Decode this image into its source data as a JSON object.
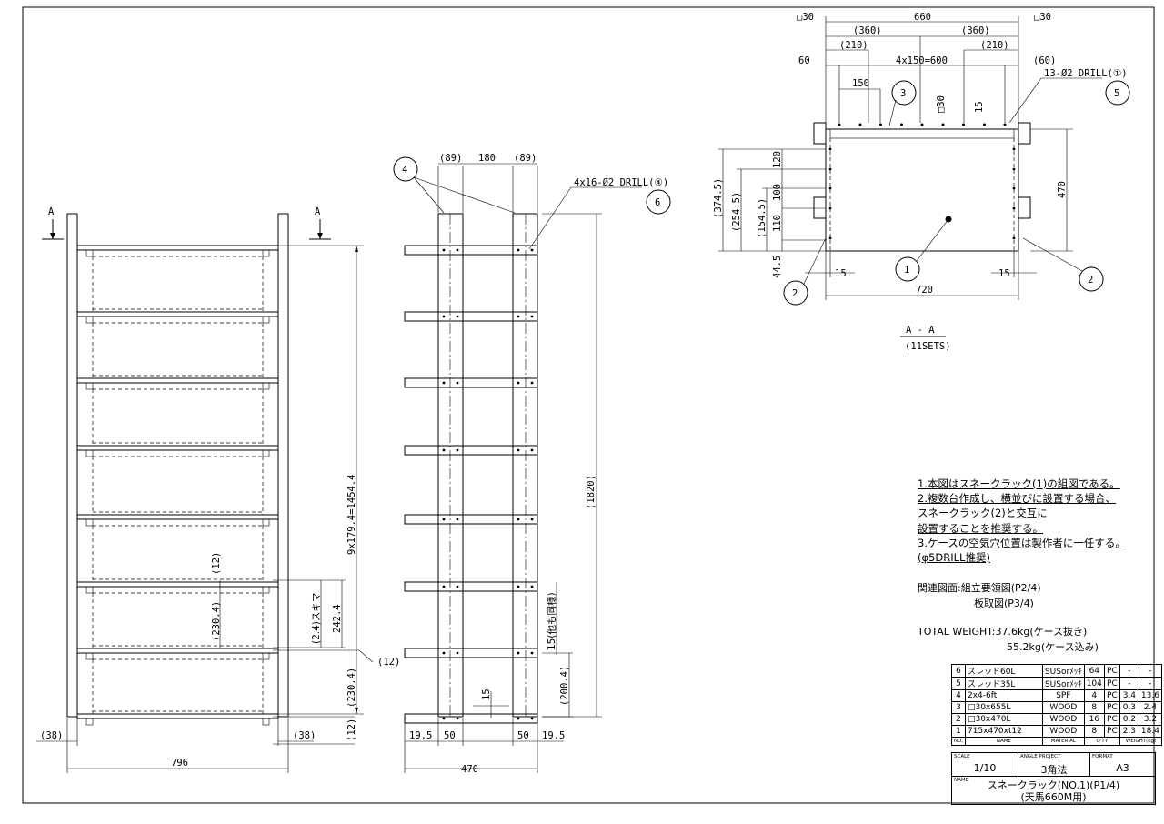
{
  "views": {
    "section_marker": "A",
    "section_title": "A - A",
    "section_sets": "(11SETS)"
  },
  "front_view": {
    "overall_height": "9x179.4=1454.4",
    "gap_12_top": "(12)",
    "gap_label": "(2.4)スキマ",
    "span_230_4": "(230.4)",
    "span_242_4": "242.4",
    "leader_12": "(12)",
    "bottom_230_4": "(230.4)",
    "bottom_12": "(12)",
    "left_38": "(38)",
    "right_38": "(38)",
    "width_796": "796"
  },
  "side_view": {
    "top_89_left": "(89)",
    "top_180": "180",
    "top_89_right": "(89)",
    "drill_note": "4x16-Ø2 DRILL(④)",
    "height_1820": "(1820)",
    "typ_15": "15(他も同様)",
    "dim_200_4": "(200.4)",
    "dim_15": "15",
    "b_19_5_l": "19.5",
    "b_50_l": "50",
    "b_50_r": "50",
    "b_19_5_r": "19.5",
    "width_470": "470"
  },
  "section_view": {
    "sq30_left": "□30",
    "top_660": "660",
    "sq30_right": "□30",
    "d360_l": "(360)",
    "d360_r": "(360)",
    "d210_l": "(210)",
    "d210_r": "(210)",
    "d60_l": "60",
    "pitch": "4x150=600",
    "d60_r": "(60)",
    "drill13": "13-Ø2 DRILL(①)",
    "d150": "150",
    "sq30_mid": "□30",
    "d15_top": "15",
    "d374_5": "(374.5)",
    "d254_5": "(254.5)",
    "d154_5": "(154.5)",
    "d120": "120",
    "d100": "100",
    "d110": "110",
    "d44_5": "44.5",
    "d470": "470",
    "d15_bl": "15",
    "d15_br": "15",
    "d720": "720"
  },
  "balloons": [
    "1",
    "2",
    "2",
    "3",
    "4",
    "5",
    "6"
  ],
  "notes": [
    "1.本図はスネークラック(1)の組図である。",
    "2.複数台作成し、横並びに設置する場合、",
    "スネークラック(2)と交互に",
    "設置することを推奨する。",
    "3.ケースの空気穴位置は製作者に一任する。",
    "(φ5DRILL推奨)"
  ],
  "related": {
    "label": "関連図面:組立要領図(P2/4)",
    "line2": "板取図(P3/4)"
  },
  "weight": {
    "line1": "TOTAL WEIGHT:37.6kg(ケース抜き)",
    "line2": "55.2kg(ケース込み)"
  },
  "bom": {
    "rows": [
      {
        "no": "6",
        "name": "スレッド60L",
        "material": "SUSorﾒｯｷ",
        "qty": "64",
        "unit": "PC",
        "w1": "-",
        "w2": "-"
      },
      {
        "no": "5",
        "name": "スレッド35L",
        "material": "SUSorﾒｯｷ",
        "qty": "104",
        "unit": "PC",
        "w1": "-",
        "w2": "-"
      },
      {
        "no": "4",
        "name": "2x4-6ft",
        "material": "SPF",
        "qty": "4",
        "unit": "PC",
        "w1": "3.4",
        "w2": "13.6"
      },
      {
        "no": "3",
        "name": "□30x655L",
        "material": "WOOD",
        "qty": "8",
        "unit": "PC",
        "w1": "0.3",
        "w2": "2.4"
      },
      {
        "no": "2",
        "name": "□30x470L",
        "material": "WOOD",
        "qty": "16",
        "unit": "PC",
        "w1": "0.2",
        "w2": "3.2"
      },
      {
        "no": "1",
        "name": "715x470xt12",
        "material": "WOOD",
        "qty": "8",
        "unit": "PC",
        "w1": "2.3",
        "w2": "18.4"
      }
    ],
    "header": {
      "no": "NO.",
      "name": "NAME",
      "material": "MATERIAL",
      "qty": "Q'TY",
      "weight": "WEIGHT(kg)"
    }
  },
  "title_block": {
    "scale_label": "SCALE",
    "scale": "1/10",
    "angle_label": "ANGLE PROJECT",
    "angle": "3角法",
    "format_label": "FORMAT",
    "format": "A3",
    "name_label": "NAME",
    "name_line1": "スネークラック(NO.1)(P1/4)",
    "name_line2": "(天馬660M用)"
  }
}
